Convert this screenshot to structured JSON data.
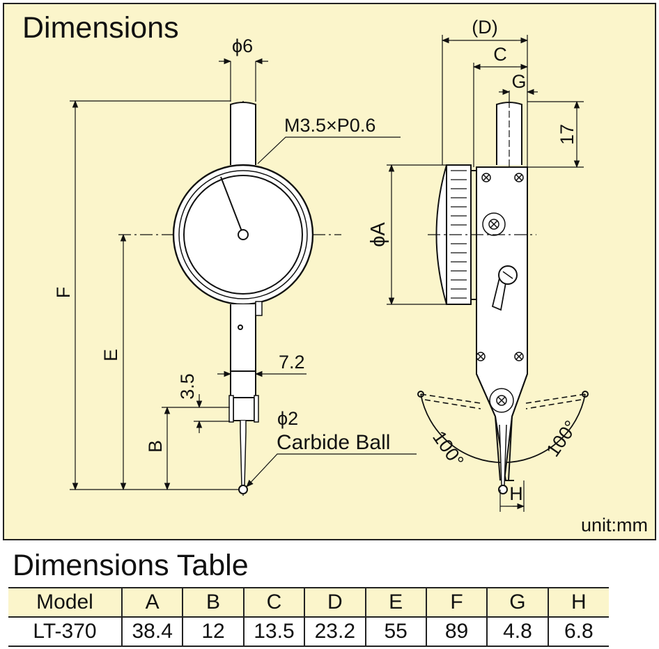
{
  "diagram": {
    "title": "Dimensions",
    "unit_label": "unit:mm",
    "labels": {
      "phi6": "ϕ6",
      "thread": "M3.5×P0.6",
      "F": "F",
      "E": "E",
      "B": "B",
      "d35": "3.5",
      "d72": "7.2",
      "phi2": "ϕ2",
      "carbide_ball": "Carbide Ball",
      "D": "(D)",
      "C": "C",
      "G": "G",
      "d17": "17",
      "phiA": "ϕA",
      "angle_left": "100°",
      "angle_right": "100°",
      "H": "H"
    },
    "colors": {
      "background": "#fbf5cb",
      "line": "#111111"
    }
  },
  "table": {
    "title": "Dimensions Table",
    "headers": [
      "Model",
      "A",
      "B",
      "C",
      "D",
      "E",
      "F",
      "G",
      "H"
    ],
    "rows": [
      [
        "LT-370",
        "38.4",
        "12",
        "13.5",
        "23.2",
        "55",
        "89",
        "4.8",
        "6.8"
      ]
    ]
  }
}
